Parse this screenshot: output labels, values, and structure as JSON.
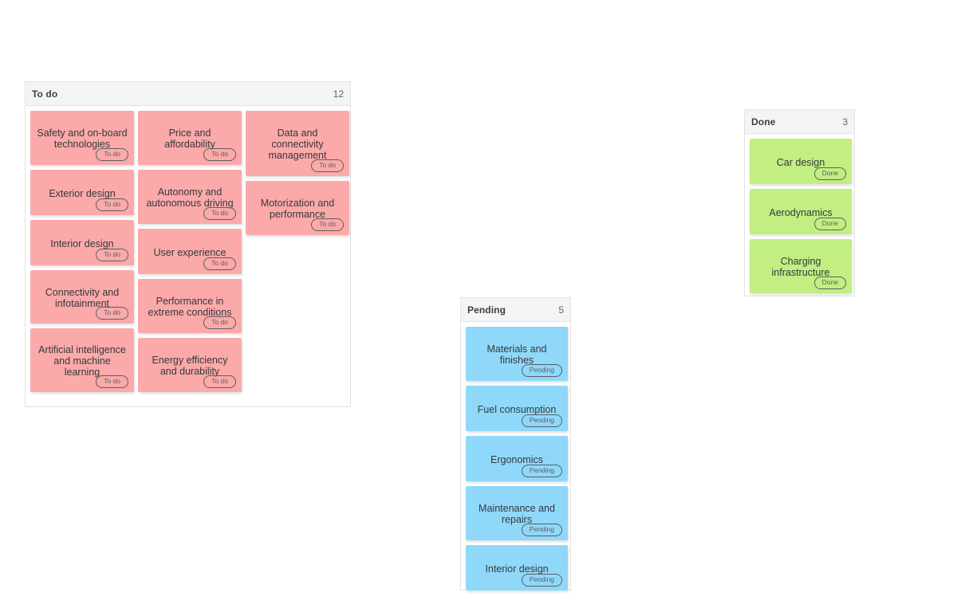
{
  "board": {
    "columns": [
      {
        "id": "todo",
        "title": "To do",
        "count": "12",
        "color": "#FCA9A9",
        "badge_label": "To do",
        "subcolumns": [
          [
            {
              "title": "Safety and on-board technologies",
              "badge": "To do",
              "height": 68
            },
            {
              "title": "Exterior design",
              "badge": "To do",
              "height": 57
            },
            {
              "title": "Interior design",
              "badge": "To do",
              "height": 57
            },
            {
              "title": "Connectivity and infotainment",
              "badge": "To do",
              "height": 67
            },
            {
              "title": "Artificial intelligence and machine learning",
              "badge": "To do",
              "height": 80
            }
          ],
          [
            {
              "title": "Price and affordability",
              "badge": "To do",
              "height": 68
            },
            {
              "title": "Autonomy and autonomous driving",
              "badge": "To do",
              "height": 68
            },
            {
              "title": "User experience",
              "badge": "To do",
              "height": 57
            },
            {
              "title": "Performance in extreme conditions",
              "badge": "To do",
              "height": 68
            },
            {
              "title": "Energy efficiency and durability",
              "badge": "To do",
              "height": 68
            }
          ],
          [
            {
              "title": "Data and connectivity management",
              "badge": "To do",
              "height": 82
            },
            {
              "title": "Motorization and performance",
              "badge": "To do",
              "height": 68
            }
          ]
        ]
      },
      {
        "id": "pending",
        "title": "Pending",
        "count": "5",
        "color": "#8FD8FA",
        "badge_label": "Pending",
        "subcolumns": [
          [
            {
              "title": "Materials and finishes",
              "badge": "Pending",
              "height": 68
            },
            {
              "title": "Fuel consumption",
              "badge": "Pending",
              "height": 57
            },
            {
              "title": "Ergonomics",
              "badge": "Pending",
              "height": 57
            },
            {
              "title": "Maintenance and repairs",
              "badge": "Pending",
              "height": 68
            },
            {
              "title": "Interior design",
              "badge": "Pending",
              "height": 57
            }
          ]
        ]
      },
      {
        "id": "done",
        "title": "Done",
        "count": "3",
        "color": "#C2EE82",
        "badge_label": "Done",
        "subcolumns": [
          [
            {
              "title": "Car design",
              "badge": "Done",
              "height": 57
            },
            {
              "title": "Aerodynamics",
              "badge": "Done",
              "height": 57
            },
            {
              "title": "Charging infrastructure",
              "badge": "Done",
              "height": 68
            }
          ]
        ]
      }
    ]
  }
}
